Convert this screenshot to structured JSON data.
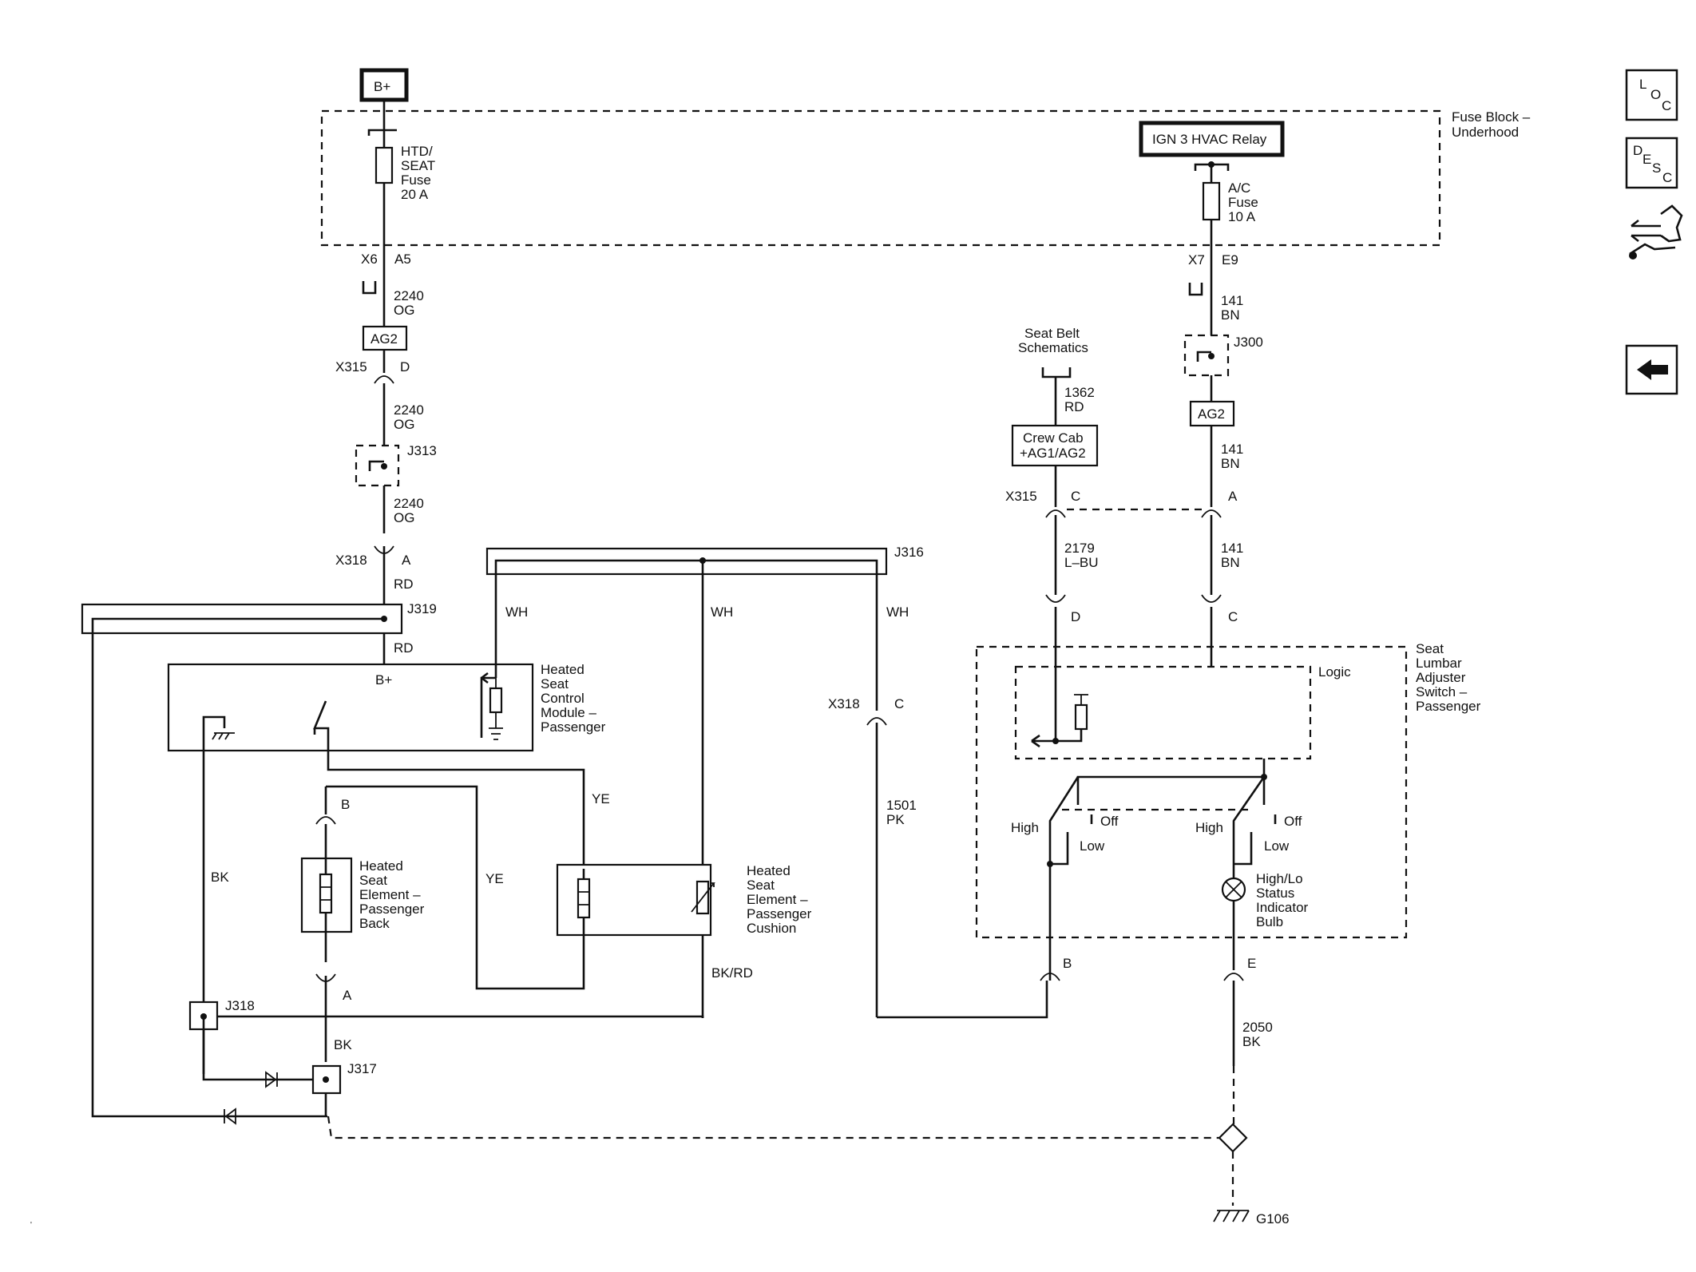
{
  "power": {
    "battery": "B+"
  },
  "fuse_block": {
    "label_1": "Fuse Block –",
    "label_2": "Underhood",
    "htd_fuse": [
      "HTD/",
      "SEAT",
      "Fuse",
      "20 A"
    ],
    "relay": "IGN 3 HVAC Relay",
    "ac_fuse": [
      "A/C",
      "Fuse",
      "10 A"
    ]
  },
  "connectors": {
    "x6": "X6",
    "a5": "A5",
    "x7": "X7",
    "e9": "E9",
    "x315_left": "X315",
    "x315_left_pin": "D",
    "x315_right": "X315",
    "x315_right_pin_c": "C",
    "x315_right_pin_a": "A",
    "x318_left": "X318",
    "x318_left_pin": "A",
    "x318_mid": "X318",
    "x318_mid_pin": "C",
    "pin_d": "D",
    "pin_c": "C",
    "pin_b_back": "B",
    "pin_a_back": "A",
    "pin_b_switch": "B",
    "pin_e_switch": "E"
  },
  "wires": {
    "w2240_1": [
      "2240",
      "OG"
    ],
    "w2240_2": [
      "2240",
      "OG"
    ],
    "w2240_3": [
      "2240",
      "OG"
    ],
    "rd_1": "RD",
    "rd_2": "RD",
    "w141_1": [
      "141",
      "BN"
    ],
    "w141_2": [
      "141",
      "BN"
    ],
    "w141_3": [
      "141",
      "BN"
    ],
    "w1362": [
      "1362",
      "RD"
    ],
    "w2179": [
      "2179",
      "L–BU"
    ],
    "w1501": [
      "1501",
      "PK"
    ],
    "w2050": [
      "2050",
      "BK"
    ],
    "wh_1": "WH",
    "wh_2": "WH",
    "wh_3": "WH",
    "ye_1": "YE",
    "ye_2": "YE",
    "bk": "BK",
    "bk_2": "BK",
    "bkrd": "BK/RD"
  },
  "options": {
    "ag2_left": "AG2",
    "ag2_right": "AG2",
    "crew_cab": [
      "Crew Cab",
      "+AG1/AG2"
    ]
  },
  "splices": {
    "j313": "J313",
    "j300": "J300",
    "j316": "J316",
    "j319": "J319",
    "j318": "J318",
    "j317": "J317"
  },
  "components": {
    "seat_belt": [
      "Seat Belt",
      "Schematics"
    ],
    "hscm": [
      "Heated",
      "Seat",
      "Control",
      "Module –",
      "Passenger"
    ],
    "hscm_bplus": "B+",
    "back_element": [
      "Heated",
      "Seat",
      "Element –",
      "Passenger",
      "Back"
    ],
    "cushion_element": [
      "Heated",
      "Seat",
      "Element –",
      "Passenger",
      "Cushion"
    ],
    "switch": [
      "Seat",
      "Lumbar",
      "Adjuster",
      "Switch –",
      "Passenger"
    ],
    "logic": "Logic",
    "high_1": "High",
    "off_1": "Off",
    "low_1": "Low",
    "high_2": "High",
    "off_2": "Off",
    "low_2": "Low",
    "bulb": [
      "High/Lo",
      "Status",
      "Indicator",
      "Bulb"
    ]
  },
  "ground": {
    "g106": "G106"
  },
  "side_buttons": {
    "loc": [
      "L",
      "O",
      "C"
    ],
    "desc": [
      "D",
      "E",
      "S",
      "C"
    ]
  }
}
